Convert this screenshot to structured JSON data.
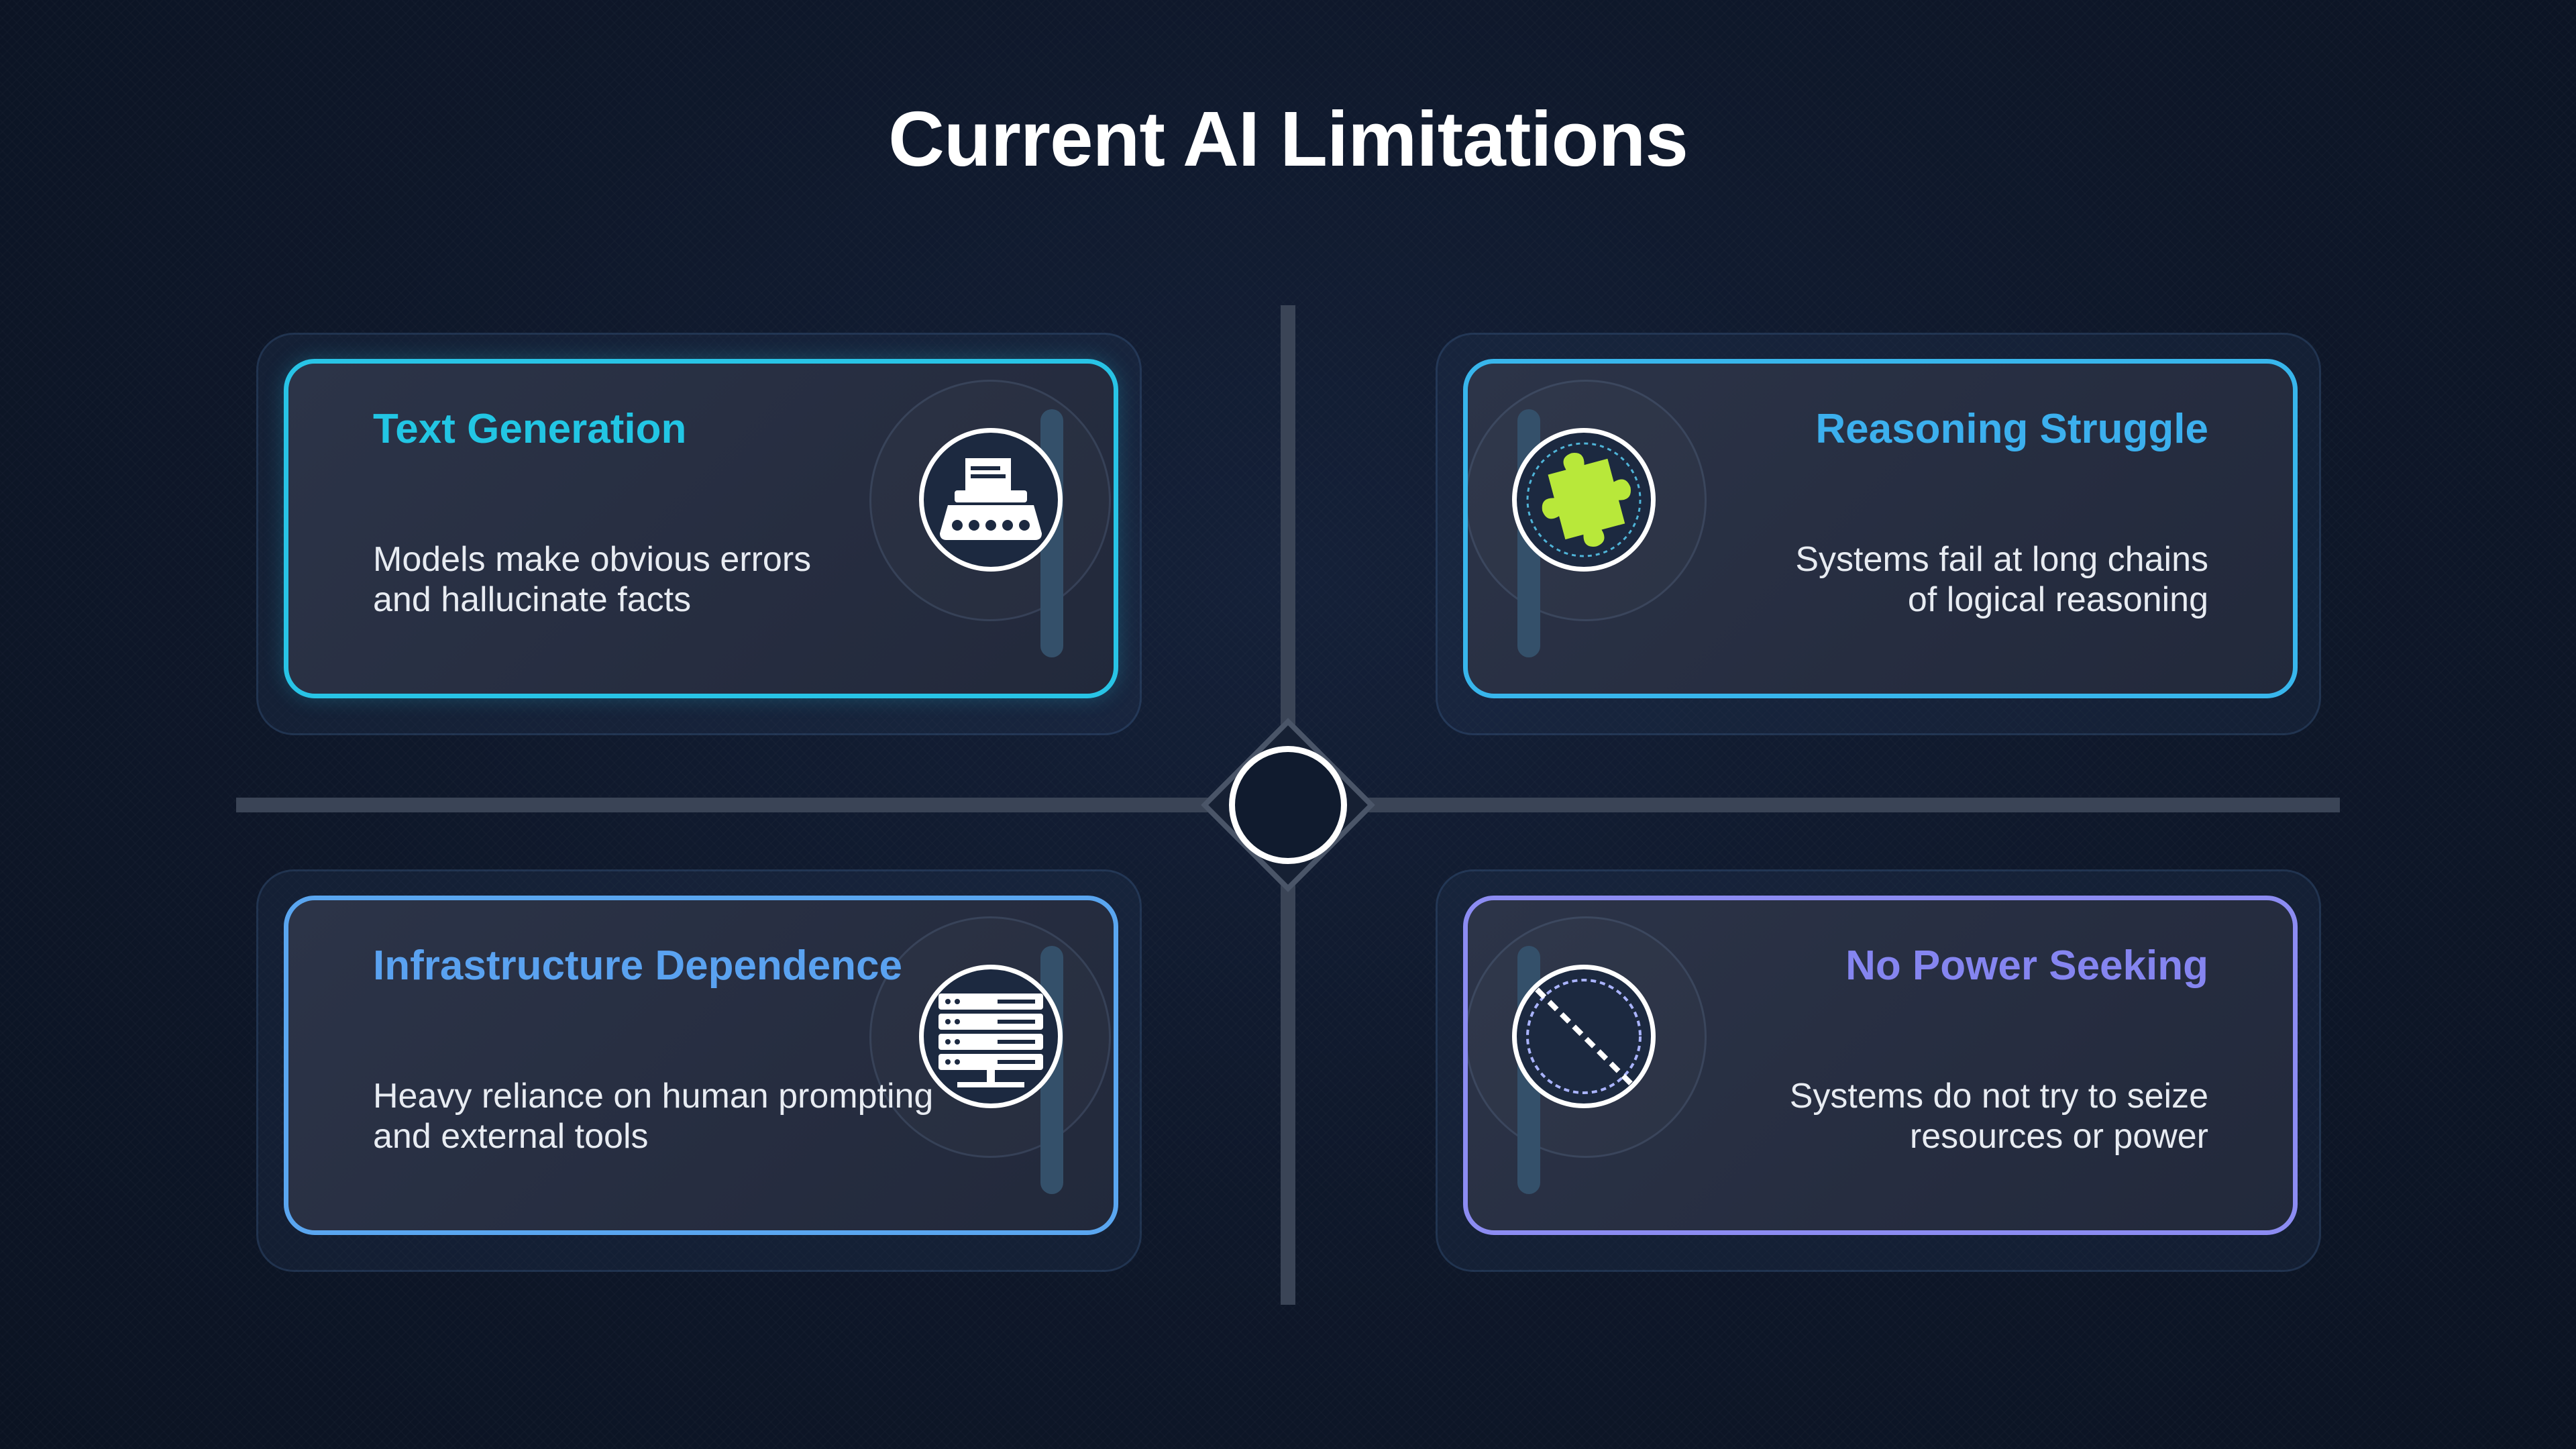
{
  "title": "Current AI Limitations",
  "cards": [
    {
      "title": "Text Generation",
      "desc_line1": "Models make obvious errors",
      "desc_line2": "and hallucinate facts",
      "icon": "typewriter-icon",
      "accent": "#22c6e4"
    },
    {
      "title": "Reasoning Struggle",
      "desc_line1": "Systems fail at long chains",
      "desc_line2": "of logical reasoning",
      "icon": "puzzle-piece-icon",
      "accent": "#3cb0ee"
    },
    {
      "title": "Infrastructure Dependence",
      "desc_line1": "Heavy reliance on human prompting",
      "desc_line2": "and external tools",
      "icon": "server-rack-icon",
      "accent": "#5aa2f0"
    },
    {
      "title": "No Power Seeking",
      "desc_line1": "Systems do not try to seize",
      "desc_line2": "resources or power",
      "icon": "prohibited-icon",
      "accent": "#8585f0"
    }
  ],
  "colors": {
    "background": "#0e1729",
    "divider": "#3a4456",
    "puzzle": "#b8e83a"
  }
}
